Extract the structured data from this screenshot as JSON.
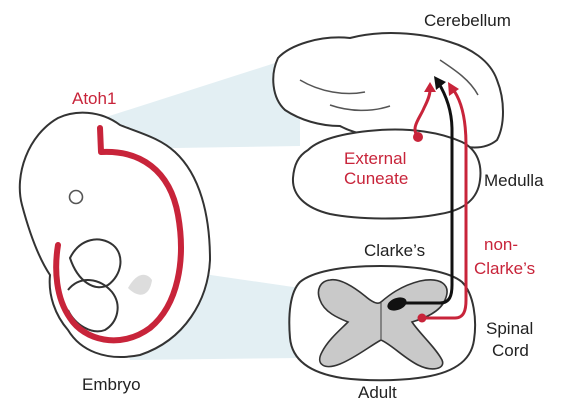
{
  "labels": {
    "atoh1": "Atoh1",
    "embryo": "Embryo",
    "cerebellum": "Cerebellum",
    "external_cuneate_1": "External",
    "external_cuneate_2": "Cuneate",
    "medulla": "Medulla",
    "clarkes": "Clarke’s",
    "non_clarkes_1": "non-",
    "non_clarkes_2": "Clarke’s",
    "spinal": "Spinal",
    "cord": "Cord",
    "adult": "Adult"
  },
  "colors": {
    "atoh1_red": "#c8243a",
    "tissue_fill": "#ffffff",
    "outline": "#333333",
    "projection_shade": "#e3eff3",
    "gray_matter": "#c9c9c9",
    "clarkes_neuron": "#111111"
  }
}
